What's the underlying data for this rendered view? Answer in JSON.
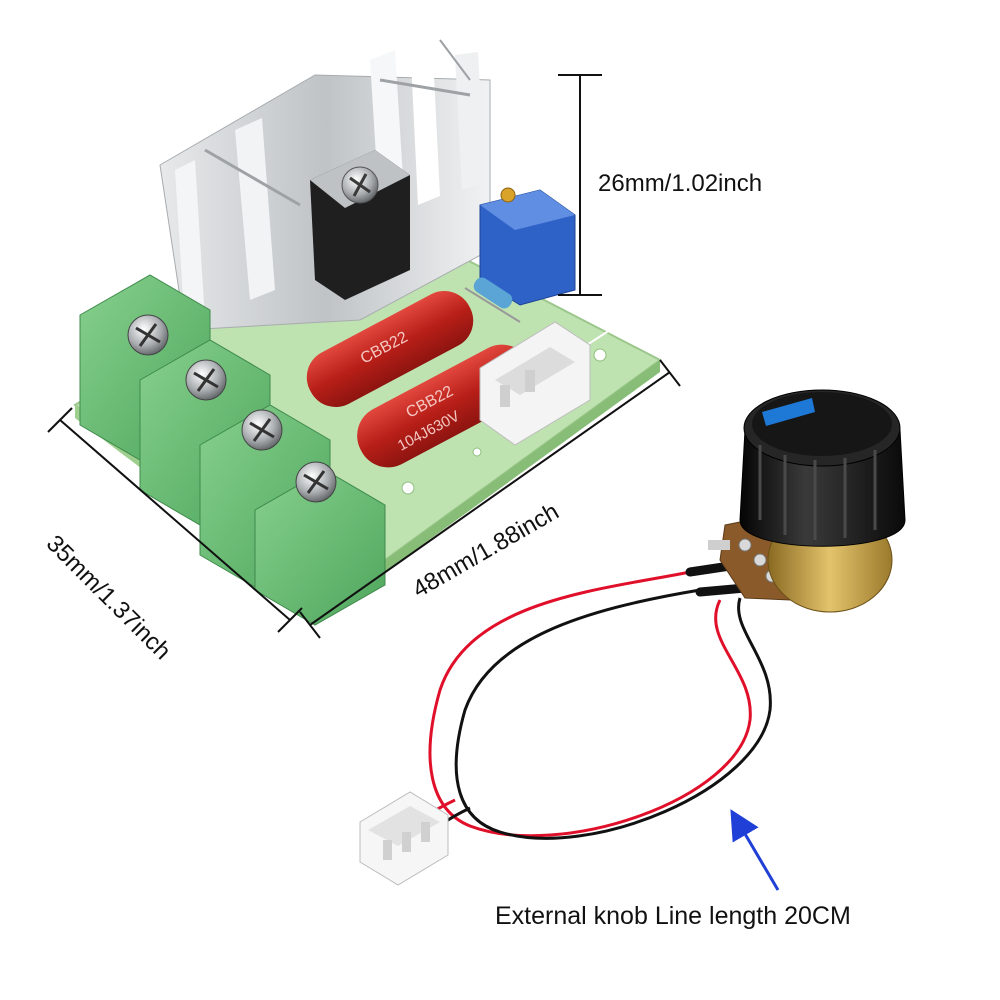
{
  "dimensions": {
    "height": "26mm/1.02inch",
    "depth": "35mm/1.37inch",
    "width": "48mm/1.88inch"
  },
  "capacitors": [
    {
      "marking_line1": "CBB22"
    },
    {
      "marking_line1": "CBB22",
      "marking_line2": "104J630V"
    }
  ],
  "cable": {
    "label": "External knob Line length 20CM"
  },
  "colors": {
    "pcb": "#bfe3b0",
    "terminal": "#6fc27a",
    "heatsink": "#cfd2d4",
    "capacitor": "#c4271f",
    "potentiometer": "#2f62c6",
    "knob": "#1a1a1a",
    "wire_red": "#e0102a",
    "wire_black": "#111111",
    "arrow": "#1f3fd6"
  },
  "icons": {
    "arrow": "arrow-up-left-icon",
    "screw": "screw-icon"
  }
}
